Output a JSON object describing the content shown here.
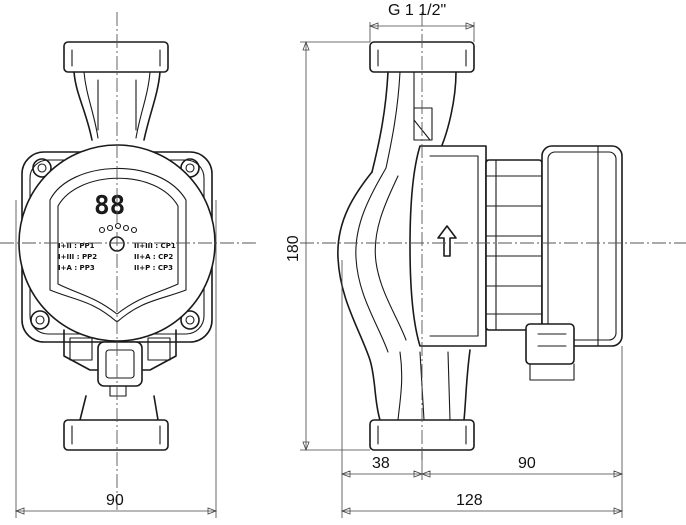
{
  "dimensions": {
    "connection": "G 1 1/2\"",
    "height": "180",
    "front_width": "90",
    "side_offset": "38",
    "motor_depth": "90",
    "total_depth": "128"
  },
  "control_panel": {
    "display": "88",
    "modes_left": [
      "I+II : PP1",
      "I+III : PP2",
      "I+A : PP3"
    ],
    "modes_right": [
      "II+III : CP1",
      "II+A : CP2",
      "II+P : CP3"
    ]
  }
}
